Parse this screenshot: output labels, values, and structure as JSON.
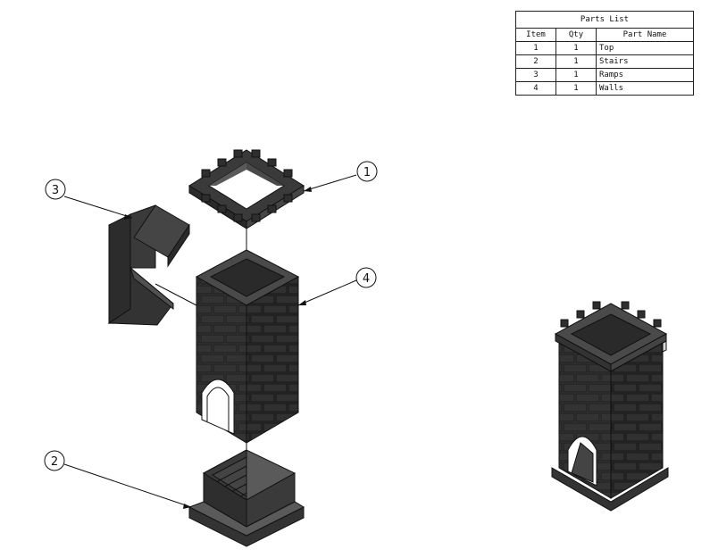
{
  "parts_list": {
    "title": "Parts List",
    "headers": {
      "item": "Item",
      "qty": "Qty",
      "name": "Part Name"
    },
    "rows": [
      {
        "item": "1",
        "qty": "1",
        "name": "Top"
      },
      {
        "item": "2",
        "qty": "1",
        "name": "Stairs"
      },
      {
        "item": "3",
        "qty": "1",
        "name": "Ramps"
      },
      {
        "item": "4",
        "qty": "1",
        "name": "Walls"
      }
    ]
  },
  "balloons": {
    "top": "1",
    "stairs": "2",
    "ramps": "3",
    "walls": "4"
  },
  "colors": {
    "part_fill": "#3a3a3a",
    "part_dark": "#262626",
    "part_light": "#5a5a5a",
    "line": "#111111"
  }
}
